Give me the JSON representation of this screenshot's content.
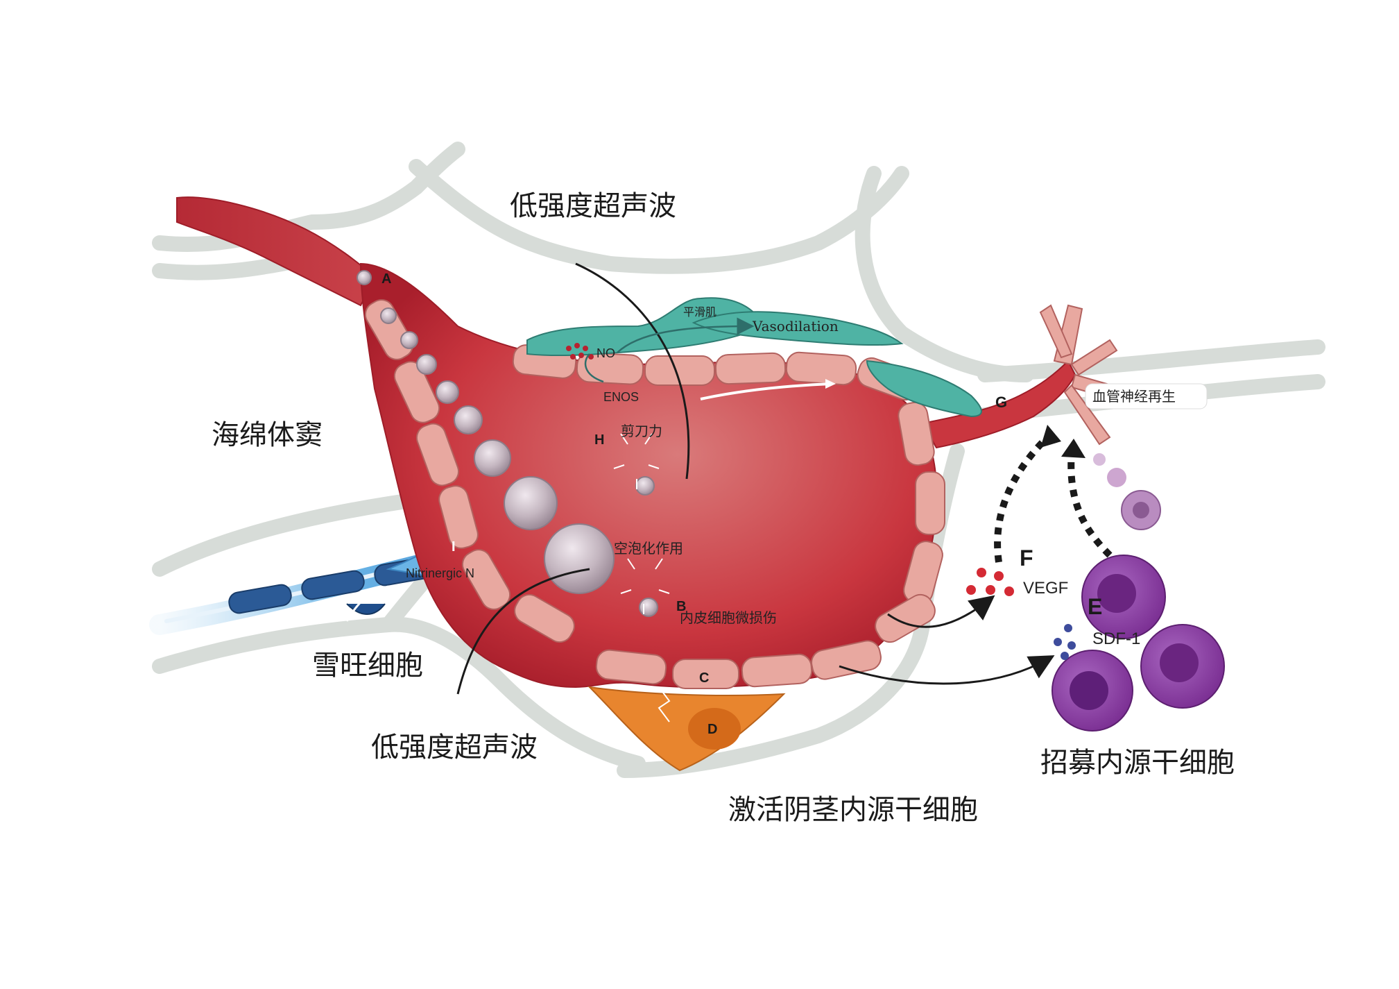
{
  "labels": {
    "ultrasound_top": "低强度超声波",
    "ultrasound_bottom": "低强度超声波",
    "sinusoid": "海绵体窦",
    "mast_cell": "雪旺细胞",
    "activate_stem": "激活阴茎内源干细胞",
    "recruit_stem": "招募内源干细胞",
    "smooth_muscle": "平滑肌",
    "vasodilation": "Vasodilation",
    "no": "NO",
    "enos": "ENOS",
    "shear_force": "剪刀力",
    "cavitation": "空泡化作用",
    "endothelial_injury": "内皮细胞微损伤",
    "neuro_regen": "血管神经再生",
    "nitrinergic": "Nitrinergic N",
    "vegf": "VEGF",
    "sdf1": "SDF-1"
  },
  "markers": {
    "A": "A",
    "B": "B",
    "C": "C",
    "D": "D",
    "E": "E",
    "F": "F",
    "G": "G",
    "H": "H",
    "I": "I"
  },
  "colors": {
    "vessel": "#c9363f",
    "vessel_dark": "#a91f2c",
    "endothelium": "#e8a8a0",
    "smooth_muscle": "#4fb3a4",
    "nerve": "#1f4e8c",
    "nerve_cell": "#6ab4e6",
    "stem_cell": "#8a3fa0",
    "stem_progenitor": "#6a3b8a",
    "pericyte": "#e8852e",
    "tissue_line": "#d7dcd8"
  }
}
